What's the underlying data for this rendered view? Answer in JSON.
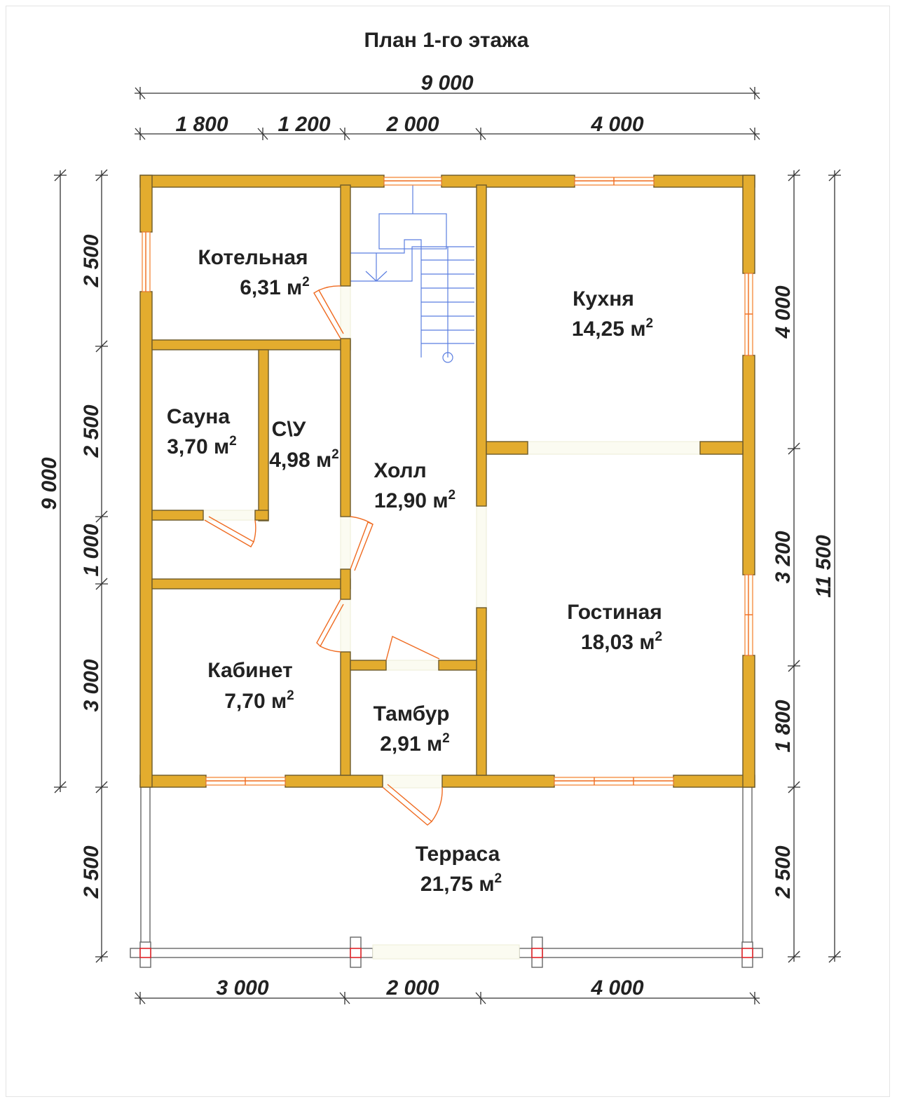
{
  "title": "План 1-го этажа",
  "dimensions": {
    "top_total": "9 000",
    "top": [
      "1 800",
      "1 200",
      "2 000",
      "4 000"
    ],
    "bottom": [
      "3 000",
      "2 000",
      "4 000"
    ],
    "left_total": "9 000",
    "left": [
      "2 500",
      "2 500",
      "1 000",
      "3 000",
      "2 500"
    ],
    "right": [
      "4 000",
      "3 200",
      "1 800",
      "2 500"
    ],
    "right_total": "11 500"
  },
  "rooms": [
    {
      "name": "Котельная",
      "area": "6,31 м"
    },
    {
      "name": "Кухня",
      "area": "14,25 м"
    },
    {
      "name": "Сауна",
      "area": "3,70 м"
    },
    {
      "name": "С\\У",
      "area": "4,98 м"
    },
    {
      "name": "Холл",
      "area": "12,90 м"
    },
    {
      "name": "Гостиная",
      "area": "18,03 м"
    },
    {
      "name": "Кабинет",
      "area": "7,70 м"
    },
    {
      "name": "Тамбур",
      "area": "2,91 м"
    },
    {
      "name": "Терраса",
      "area": "21,75 м"
    }
  ],
  "area_superscript": "2",
  "colors": {
    "wall": "#e3ac2e",
    "window": "#f3883c",
    "door": "#ef6b21",
    "stair": "#5b7ee0",
    "post_marker": "#e0242a"
  }
}
